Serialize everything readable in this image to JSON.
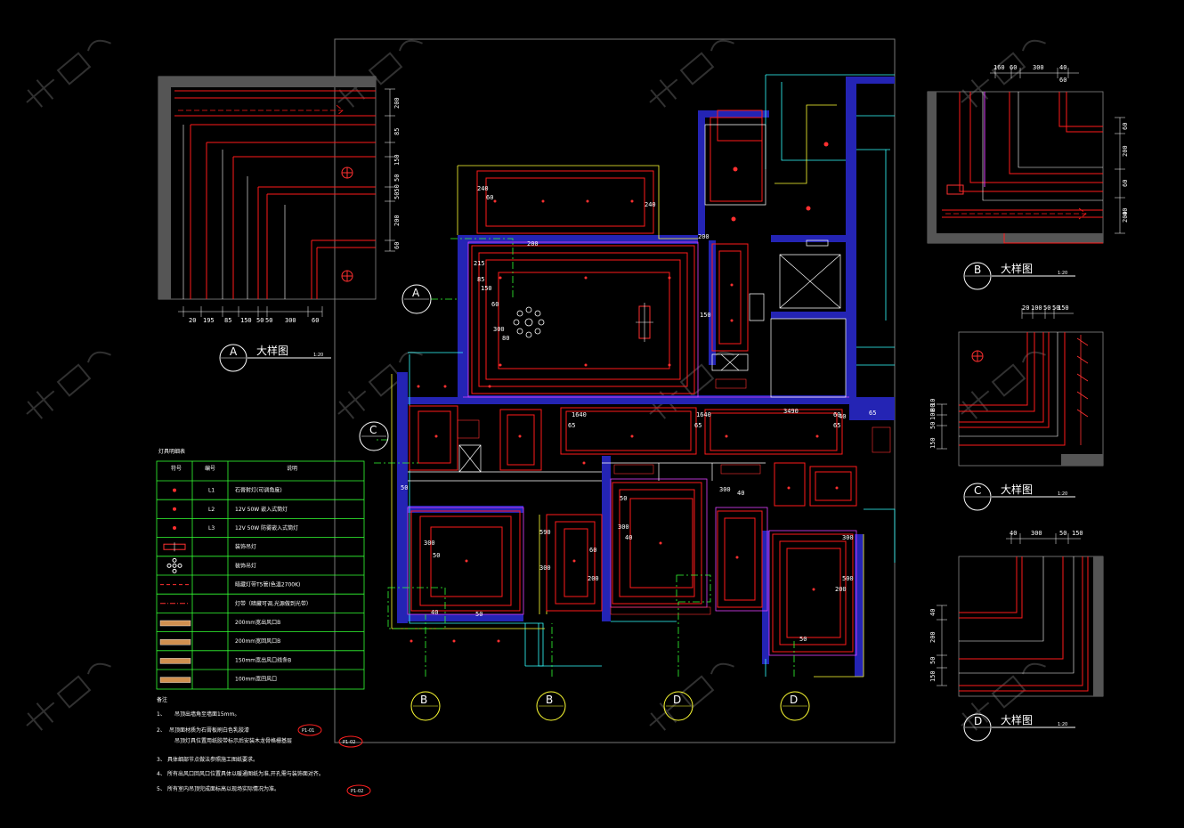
{
  "details": {
    "A": {
      "label": "A",
      "title": "大样图",
      "scale": "1:20",
      "dims_bottom": [
        "20",
        "195",
        "85",
        "150",
        "50",
        "50",
        "300",
        "60"
      ],
      "dims_right": [
        "200",
        "85",
        "150",
        "50",
        "5050",
        "200",
        "60"
      ]
    },
    "B": {
      "label": "B",
      "title": "大样图",
      "scale": "1:20",
      "dims_top": [
        "160",
        "60",
        "300",
        "40",
        "60"
      ],
      "dims_right": [
        "60",
        "200",
        "60",
        "40",
        "200"
      ]
    },
    "C": {
      "label": "C",
      "title": "大样图",
      "scale": "1:20",
      "dims_top": [
        "20",
        "100",
        "50",
        "50",
        "150"
      ],
      "dims_left": [
        "150",
        "50",
        "100",
        "80",
        "10"
      ]
    },
    "D": {
      "label": "D",
      "title": "大样图",
      "scale": "1:20",
      "dims_top": [
        "40",
        "300",
        "50",
        "150"
      ],
      "dims_left": [
        "40",
        "200",
        "50",
        "150"
      ]
    }
  },
  "section_tags": {
    "left_A": "A",
    "left_C": "C",
    "bottom": [
      "B",
      "B",
      "D",
      "D"
    ]
  },
  "plan_dims": [
    "240",
    "60",
    "240",
    "200",
    "200",
    "215",
    "85",
    "150",
    "60",
    "300",
    "80",
    "150",
    "1640",
    "65",
    "1640",
    "65",
    "3490",
    "65",
    "60",
    "50",
    "50",
    "300",
    "40",
    "300",
    "50",
    "590",
    "300",
    "60",
    "200",
    "50",
    "50",
    "300",
    "40",
    "500",
    "200",
    "40",
    "300",
    "40",
    "65"
  ],
  "legend": {
    "header": "灯具明细表",
    "columns": [
      "符号",
      "编号",
      "说明"
    ],
    "rows": [
      {
        "symbol": "dot",
        "code": "L1",
        "desc": "石膏射灯(可调角度)"
      },
      {
        "symbol": "dot",
        "code": "L2",
        "desc": "12V 50W 嵌入式筒灯"
      },
      {
        "symbol": "dot",
        "code": "L3",
        "desc": "12V 50W 防雾嵌入式筒灯"
      },
      {
        "symbol": "bar",
        "code": "",
        "desc": "装饰吊灯"
      },
      {
        "symbol": "chandelier",
        "code": "",
        "desc": "装饰吊灯"
      },
      {
        "symbol": "dash",
        "code": "",
        "desc": "暗藏灯带T5管(色温2700K)"
      },
      {
        "symbol": "dashdot",
        "code": "",
        "desc": "灯带（暗藏可调,光源做到光带）"
      },
      {
        "symbol": "vent200",
        "code": "",
        "desc": "200mm宽出风口B"
      },
      {
        "symbol": "vent200b",
        "code": "",
        "desc": "200mm宽回风口B"
      },
      {
        "symbol": "vent150",
        "code": "",
        "desc": "150mm宽出风口线条B"
      },
      {
        "symbol": "vent100",
        "code": "",
        "desc": "100mm宽回风口"
      }
    ]
  },
  "notes": {
    "header": "备注",
    "items": [
      {
        "num": "1、",
        "text": "吊顶出墙角至墙面15mm。"
      },
      {
        "num": "2、",
        "text": "吊顶面材质为石膏板刷白色乳胶漆",
        "sub": "吊顶灯具位置用纸胶带标示后安装木龙骨格栅基层",
        "tag": "P1-01"
      },
      {
        "num": "3、",
        "text": "具体细部节点做法参照施工图纸要求。"
      },
      {
        "num": "4、",
        "text": "所有出风口回风口位置具体以暖通图纸为准,开孔需与装饰面对齐。"
      },
      {
        "num": "5、",
        "text": "所有室内吊顶完成面标高以现场实际情况为准。",
        "tag": "P1-02"
      }
    ],
    "plan_tag": "P1-02"
  },
  "colors": {
    "wall": "#2424b4",
    "red": "#ff1a1a",
    "yellow": "#ffff33",
    "cyan": "#33ffff",
    "green": "#33ff33",
    "magenta": "#e040ff",
    "white": "#ffffff",
    "gray": "#666666"
  }
}
